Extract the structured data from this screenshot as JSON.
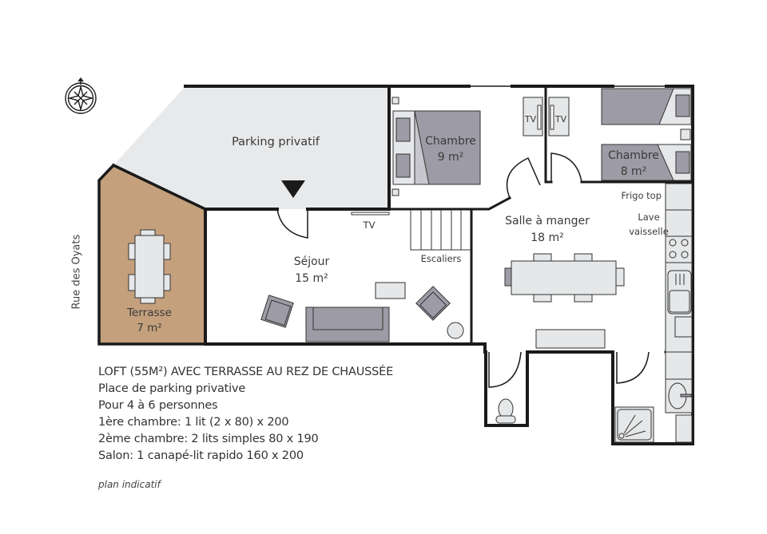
{
  "plan": {
    "street_label": "Rue des Oyats",
    "compass_icon": "compass-rose-icon",
    "colors": {
      "wall": "#1a1a1a",
      "parking_fill": "#e8e9ea",
      "terrace_fill": "#c4a07c",
      "furniture_dark": "#9d9ca6",
      "furniture_light": "#e6e7e8",
      "text": "#3a3a3a"
    },
    "rooms": {
      "parking": {
        "name": "Parking privatif"
      },
      "terrasse": {
        "name": "Terrasse",
        "area": "7 m²"
      },
      "sejour": {
        "name": "Séjour",
        "area": "15 m²"
      },
      "chambre1": {
        "name": "Chambre",
        "area": "9 m²"
      },
      "chambre2": {
        "name": "Chambre",
        "area": "8 m²"
      },
      "salle_a_manger": {
        "name": "Salle à manger",
        "area": "18 m²"
      }
    },
    "labels": {
      "tv_sejour": "TV",
      "tv_ch1": "TV",
      "tv_ch2": "TV",
      "escaliers": "Escaliers",
      "frigo": "Frigo top",
      "lave_1": "Lave",
      "lave_2": "vaisselle"
    }
  },
  "info": {
    "title": "LOFT (55M²) AVEC TERRASSE AU REZ DE CHAUSSÉE",
    "lines": [
      "Place de parking privative",
      "Pour 4 à 6 personnes",
      "1ère chambre: 1 lit (2 x 80) x 200",
      "2ème chambre: 2 lits simples 80 x 190",
      "Salon: 1 canapé-lit rapido 160 x 200"
    ],
    "note": "plan indicatif"
  }
}
